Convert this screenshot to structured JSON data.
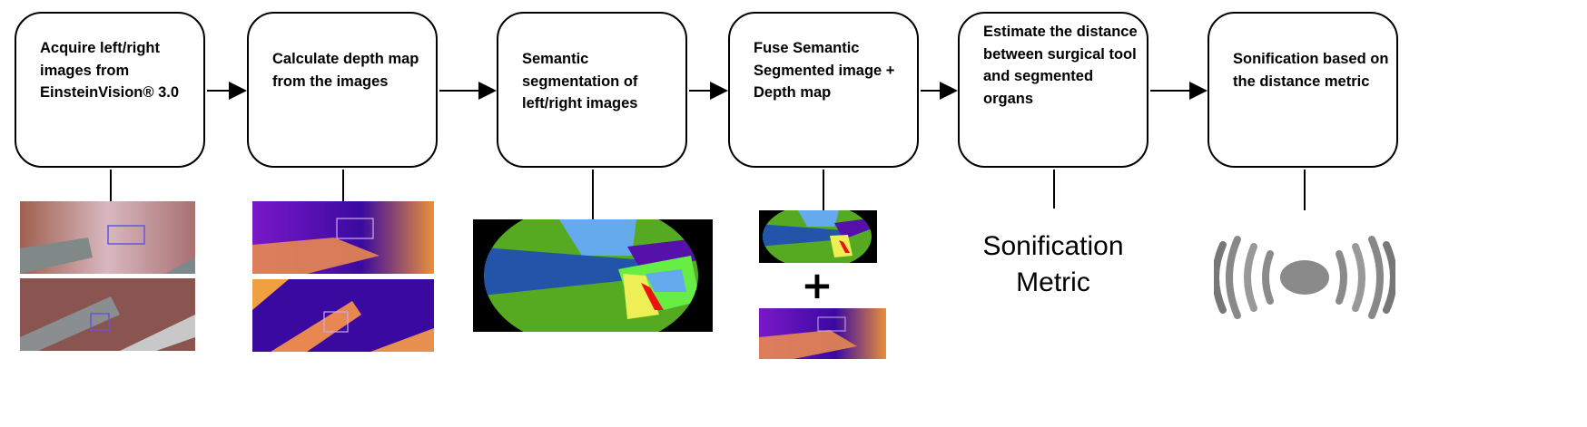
{
  "steps": [
    {
      "label": "Acquire left/right images from EinsteinVision® 3.0"
    },
    {
      "label": "Calculate depth map from the images"
    },
    {
      "label": "Semantic segmentation of left/right images"
    },
    {
      "label": "Fuse Semantic Segmented image + Depth map"
    },
    {
      "label": "Estimate the distance between surgical tool and segmented organs"
    },
    {
      "label": "Sonification based on the distance metric"
    }
  ],
  "metric": {
    "line1": "Sonification",
    "line2": "Metric"
  },
  "fuse_operator": "+",
  "colors": {
    "stroke": "#000000",
    "organ_green": "#55aa22",
    "sky_blue": "#66aaee",
    "tool_purple": "#5511aa",
    "dark_blue": "#2255aa",
    "yellow": "#eeee55",
    "red": "#ee1111",
    "depth_purple": "#7a18c8",
    "depth_orange": "#f08a3a",
    "speaker_gray": "#888888"
  }
}
